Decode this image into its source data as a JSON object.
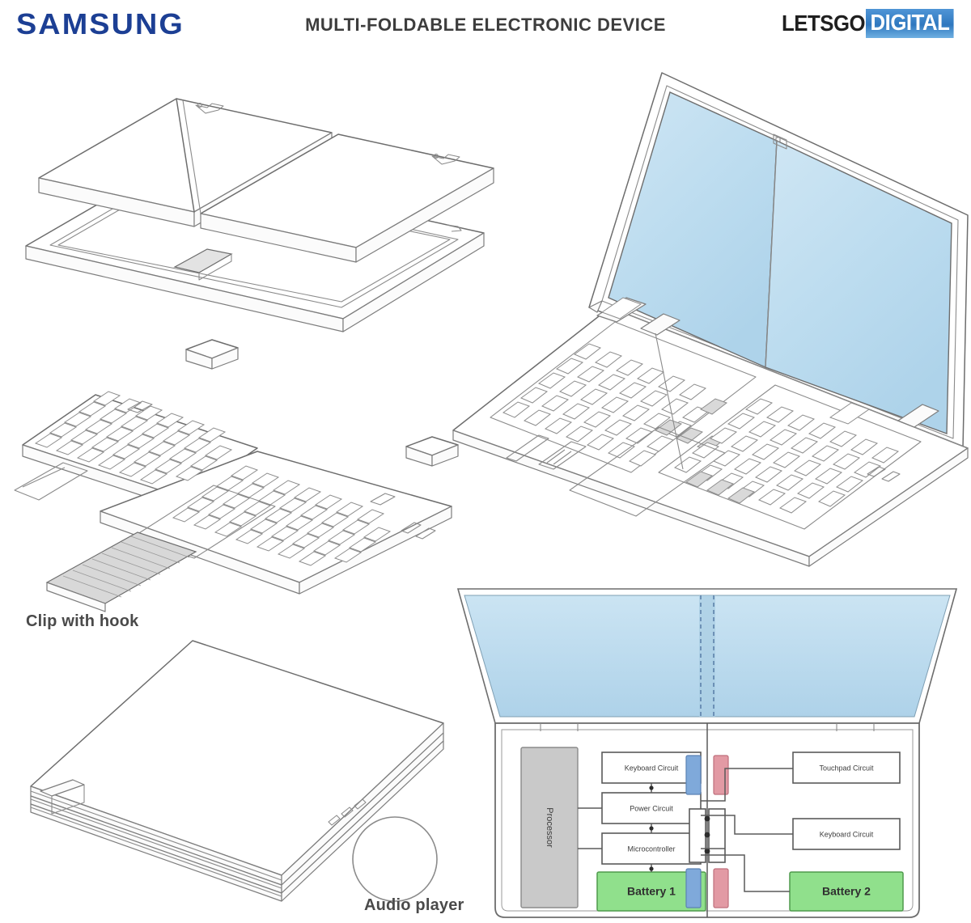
{
  "header": {
    "brand": "SAMSUNG",
    "title": "MULTI-FOLDABLE ELECTRONIC DEVICE",
    "watermark_left": "LETSGO",
    "watermark_right": "DIGITAL"
  },
  "colors": {
    "samsung_blue": "#1c3f94",
    "watermark_blue": "#2f78bf",
    "screen_blue": "#bedcee",
    "battery_green": "#90e08c",
    "processor_gray": "#c9c9c9",
    "connector_blue": "#7fa9da",
    "connector_red": "#e29aa4",
    "line_gray": "#6d6d6d"
  },
  "figures": {
    "exploded_panels": {
      "name": "exploded foldable display panels"
    },
    "open_laptop": {
      "name": "open foldable laptop with dual-panel screen"
    },
    "keyboard_assembly": {
      "name": "split foldable keyboard with trackpad and clips"
    },
    "folded_device": {
      "name": "closed folded device"
    }
  },
  "captions": [
    {
      "id": "clip-with-hook",
      "text": "Clip with hook"
    },
    {
      "id": "audio-player",
      "text": "Audio player"
    }
  ],
  "block_diagram": {
    "blocks": [
      {
        "id": "processor",
        "label": "Processor",
        "type": "processor"
      },
      {
        "id": "keyboard-circuit-1",
        "label": "Keyboard Circuit",
        "type": "circuit"
      },
      {
        "id": "power-circuit",
        "label": "Power Circuit",
        "type": "circuit"
      },
      {
        "id": "microcontroller",
        "label": "Microcontroller",
        "type": "circuit"
      },
      {
        "id": "battery-1",
        "label": "Battery 1",
        "type": "battery"
      },
      {
        "id": "touchpad-circuit",
        "label": "Touchpad Circuit",
        "type": "circuit"
      },
      {
        "id": "keyboard-circuit-2",
        "label": "Keyboard Circuit",
        "type": "circuit"
      },
      {
        "id": "battery-2",
        "label": "Battery 2",
        "type": "battery"
      }
    ],
    "connectors": [
      {
        "id": "connector-top",
        "colors": [
          "#7fa9da",
          "#e29aa4"
        ]
      },
      {
        "id": "connector-bottom",
        "colors": [
          "#7fa9da",
          "#e29aa4"
        ]
      }
    ],
    "hinge_note": "central fold / hinge line with contact pins"
  }
}
